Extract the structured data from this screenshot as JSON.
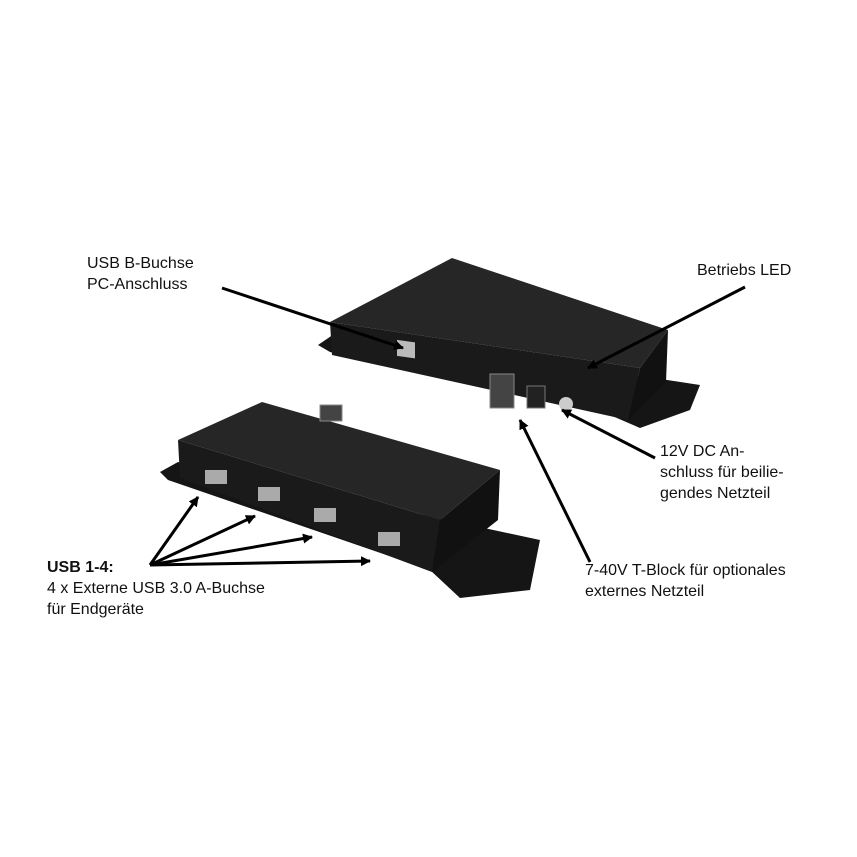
{
  "labels": {
    "usb_b": {
      "line1": "USB B-Buchse",
      "line2": "PC-Anschluss"
    },
    "led": {
      "line1": "Betriebs LED"
    },
    "dc": {
      "line1": "12V DC An-",
      "line2": "schluss für beilie-",
      "line3": "gendes Netzteil"
    },
    "tblock": {
      "line1": "7-40V T-Block für optionales",
      "line2": "externes Netzteil"
    },
    "usb_ports": {
      "title": "USB 1-4:",
      "line1": "4 x Externe USB 3.0 A-Buchse",
      "line2": "für Endgeräte"
    }
  },
  "colors": {
    "device": "#1a1a1a",
    "device_top": "#262626",
    "flange": "#141414",
    "arrow": "#000000",
    "terminal": "#5a8a5a"
  }
}
